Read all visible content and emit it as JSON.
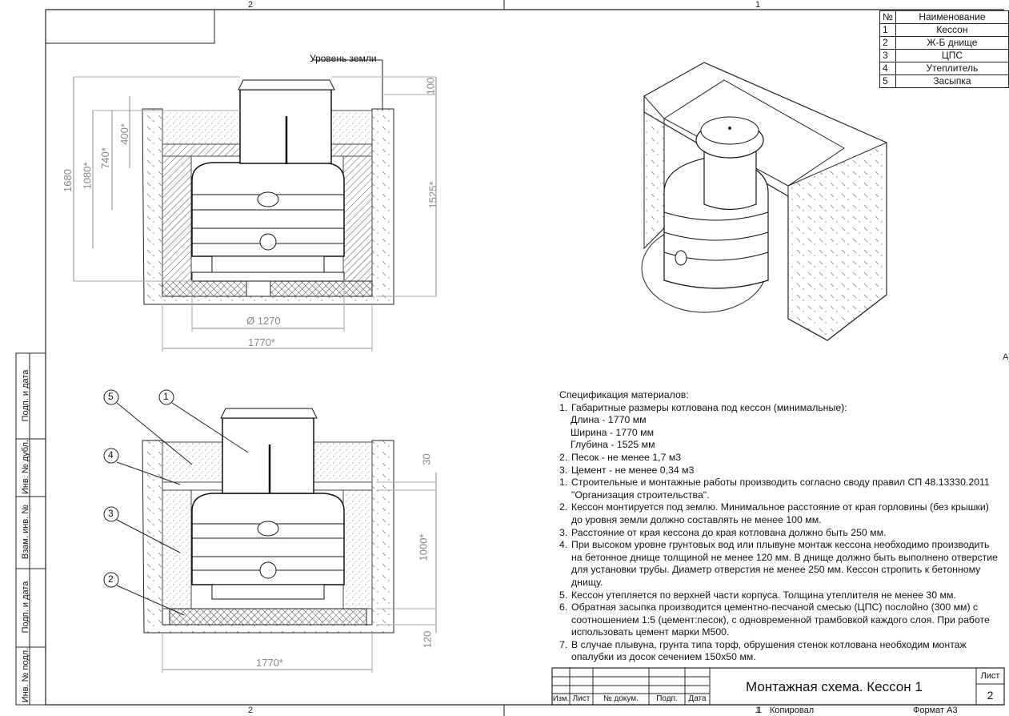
{
  "zones": {
    "top_left": "2",
    "top_right": "1",
    "bottom_left": "2",
    "bottom_right": "1",
    "right_edge": "A"
  },
  "ground_label": "Уровень земли",
  "dims_top": {
    "d100": "100",
    "d400": "400*",
    "d740": "740*",
    "d1080": "1080*",
    "d1680": "1680",
    "d1525": "1525*",
    "d1270": "Ø 1270",
    "d1770": "1770*"
  },
  "dims_bottom": {
    "d30": "30",
    "d1000": "1000*",
    "d120": "120",
    "d1770": "1770*"
  },
  "callouts": [
    "1",
    "2",
    "3",
    "4",
    "5"
  ],
  "parts_table": {
    "header": {
      "num": "№",
      "name": "Наименование"
    },
    "rows": [
      {
        "num": "1",
        "name": "Кессон"
      },
      {
        "num": "2",
        "name": "Ж-Б днище"
      },
      {
        "num": "3",
        "name": "ЦПС"
      },
      {
        "num": "4",
        "name": "Утеплитель"
      },
      {
        "num": "5",
        "name": "Засыпка"
      }
    ]
  },
  "notes": {
    "title": "Спецификация материалов:",
    "item1": "Габаритные размеры котлована под кессон (минимальные):",
    "item1_sub": [
      "Длина - 1770 мм",
      "Ширина - 1770 мм",
      "Глубина - 1525 мм"
    ],
    "item2": "Песок - не менее 1,7 м3",
    "item3": "Цемент - не менее 0,34 м3",
    "item1b": "Строительные и монтажные работы производить согласно своду правил СП 48.13330.2011 \"Организация строительства\".",
    "item2b": "Кессон монтируется под землю. Минимальное расстояние от края горловины (без крышки) до уровня земли должно составлять не менее 100 мм.",
    "item3b": "Расстояние от края кессона до края котлована должно быть 250 мм.",
    "item4": "При высоком уровне грунтовых вод или плывуне монтаж кессона необходимо производить на бетонное днище толщиной не менее 120 мм. В днище должно быть выполнено отверстие для установки трубы. Диаметр отверстия не менее 250 мм. Кессон стропить к бетонному днищу.",
    "item5": "Кессон утепляется по верхней части корпуса. Толщина утеплителя не менее 30 мм.",
    "item6": "Обратная засыпка производится цементно-песчаной смесью (ЦПС) послойно (300 мм) с соотношением 1:5 (цемент:песок), с одновременной трамбовкой каждого слоя. При работе использовать цемент марки М500.",
    "item7": "В случае плывуна, грунта типа торф, обрушения стенок котлована необходим монтаж опалубки из досок сечением 150х50 мм.",
    "nums": {
      "a": "1.",
      "b": "2.",
      "c": "3.",
      "d": "1.",
      "e": "2.",
      "f": "3.",
      "g": "4.",
      "h": "5.",
      "i": "6.",
      "j": "7."
    }
  },
  "side_labels": [
    "Подп. и дата",
    "Инв. № дубл.",
    "Взам. инв. №",
    "Подп. и дата",
    "Инв. № подл."
  ],
  "title_block": {
    "title": "Монтажная схема. Кессон 1",
    "sheet_label": "Лист",
    "sheet_value": "2",
    "cols": [
      "Изм.",
      "Лист",
      "№ докум.",
      "Подп.",
      "Дата"
    ],
    "copied": "Копировал",
    "format": "Формат А3",
    "copied_num": "1"
  }
}
